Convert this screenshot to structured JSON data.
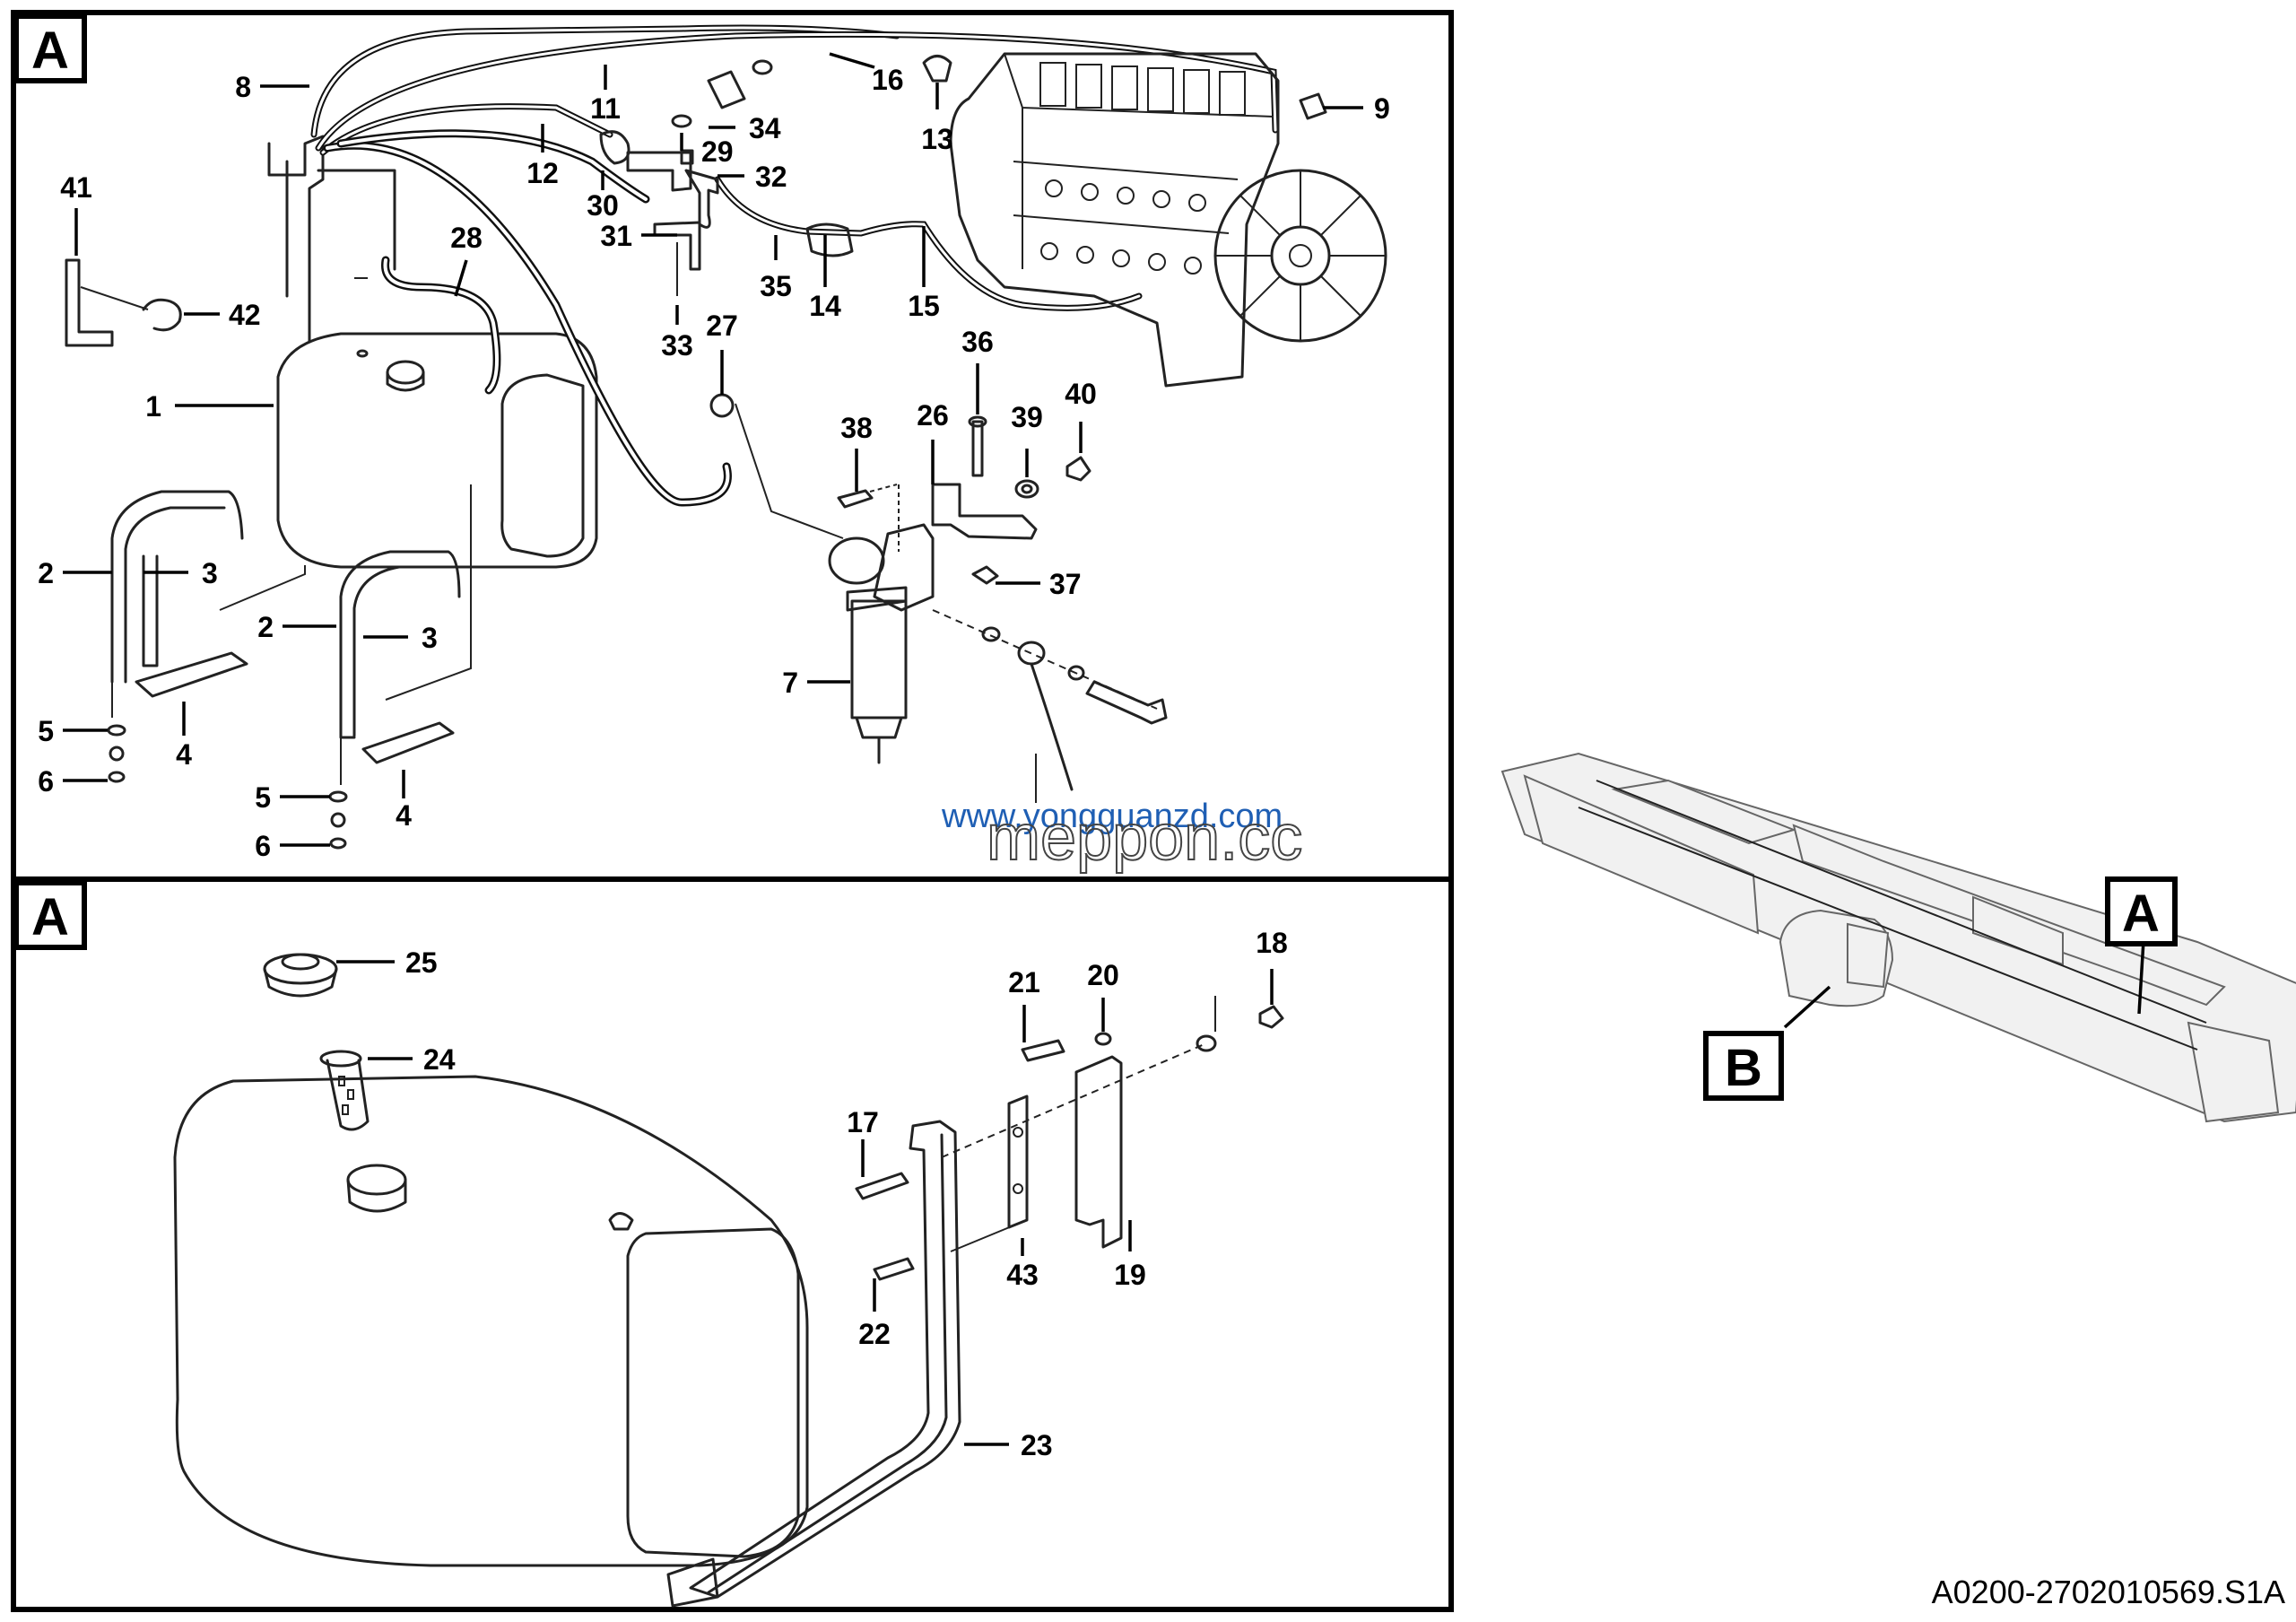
{
  "panels": {
    "top": {
      "letter": "A"
    },
    "bottom": {
      "letter": "A"
    }
  },
  "overview": {
    "label_a": "A",
    "label_b": "B"
  },
  "callouts_top": [
    "1",
    "2",
    "3",
    "4",
    "5",
    "6",
    "2",
    "3",
    "4",
    "5",
    "6",
    "7",
    "8",
    "9",
    "11",
    "12",
    "13",
    "14",
    "15",
    "16",
    "26",
    "27",
    "28",
    "29",
    "30",
    "31",
    "32",
    "33",
    "34",
    "35",
    "36",
    "37",
    "38",
    "39",
    "40",
    "41",
    "42"
  ],
  "callouts_bottom": [
    "17",
    "18",
    "19",
    "20",
    "21",
    "22",
    "23",
    "24",
    "25",
    "43"
  ],
  "watermark": {
    "url": "www.yongguanzd.com",
    "ghost": "meppon.cc"
  },
  "drawing_code": "A0200-2702010569.S1A"
}
